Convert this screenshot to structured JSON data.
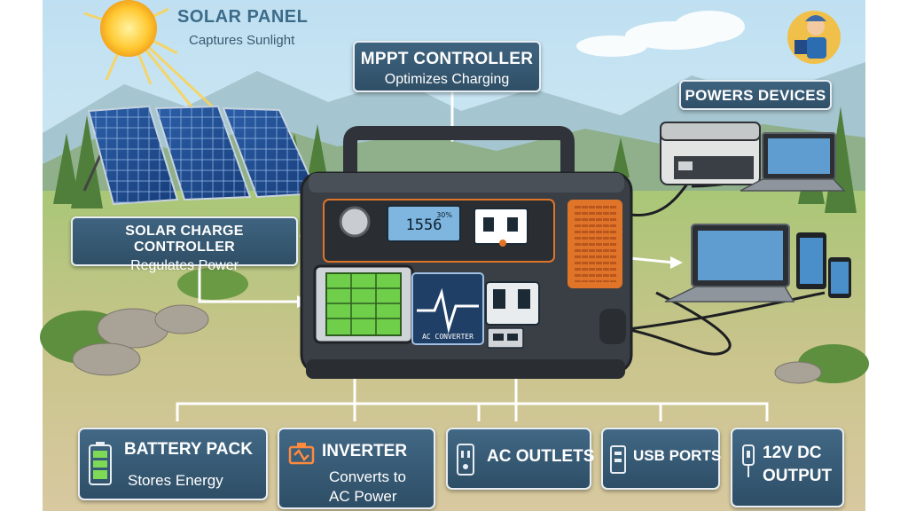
{
  "solar_panel": {
    "title": "SOLAR PANEL",
    "subtitle": "Captures Sunlight"
  },
  "mppt": {
    "title": "MPPT CONTROLLER",
    "subtitle": "Optimizes Charging"
  },
  "powers": {
    "title": "POWERS DEVICES"
  },
  "charge_controller": {
    "title": "SOLAR CHARGE CONTROLLER",
    "subtitle": "Regulates Power"
  },
  "station": {
    "display_reading": "1556",
    "display_percent": "30%",
    "inverter_screen_label": "AC CONVERTER"
  },
  "bottom": {
    "battery": {
      "title": "BATTERY PACK",
      "subtitle": "Stores Energy"
    },
    "inverter": {
      "title": "INVERTER",
      "subtitle_1": "Converts to",
      "subtitle_2": "AC Power"
    },
    "ac_outlets": {
      "title": "AC OUTLETS"
    },
    "usb": {
      "title": "USB PORTS"
    },
    "dc": {
      "title_1": "12V DC",
      "title_2": "OUTPUT"
    }
  },
  "colors": {
    "callout_bg": "#345870",
    "accent_orange": "#e07428",
    "station_body": "#3a3f45",
    "screen_blue": "#7fb6df",
    "battery_green": "#6fcf4a"
  }
}
